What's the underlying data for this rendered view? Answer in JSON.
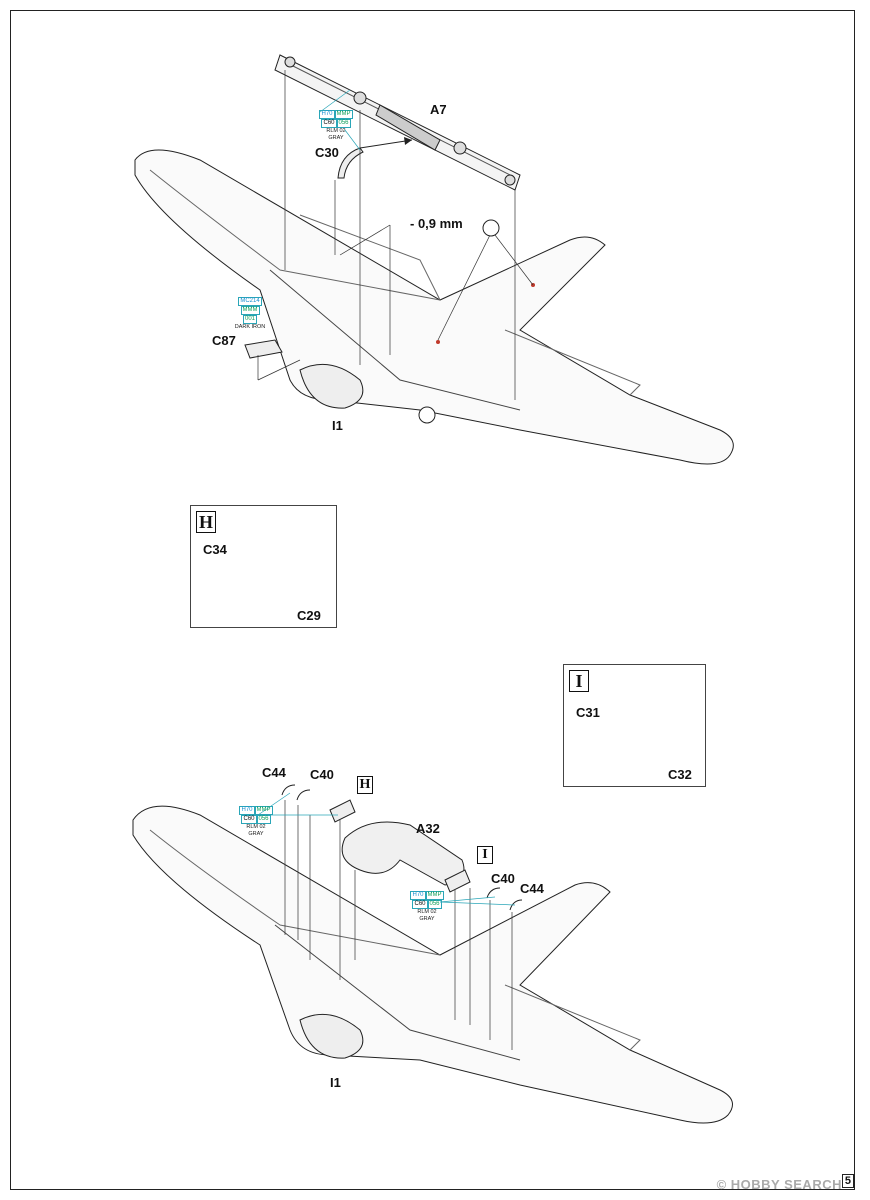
{
  "page": {
    "number": "5"
  },
  "watermark": {
    "text": "© HOBBY SEARCH"
  },
  "step_top": {
    "parts": {
      "a7": "A7",
      "c30": "C30",
      "c87": "C87",
      "i1": "I1"
    },
    "paint_c30": {
      "h": "H70",
      "mmp": "MMP",
      "c": "C60",
      "code": "056",
      "name1": "RLM 02",
      "name2": "GRAY"
    },
    "paint_c87": {
      "mc": "MC214",
      "mmm": "MMM",
      "code": "001",
      "name": "DARK IRON"
    },
    "drill": "- 0,9 mm"
  },
  "detail_h": {
    "letter": "H",
    "part_a": "C34",
    "part_b": "C29"
  },
  "detail_i": {
    "letter": "I",
    "part_a": "C31",
    "part_b": "C32"
  },
  "step_bottom": {
    "parts": {
      "c44_left": "C44",
      "c40_left": "C40",
      "a32": "A32",
      "c40_right": "C40",
      "c44_right": "C44",
      "i1": "I1"
    },
    "marker_h": "H",
    "marker_i": "I",
    "paint_left": {
      "h": "H70",
      "mmp": "MMP",
      "c": "C60",
      "code": "056",
      "name1": "RLM 02",
      "name2": "GRAY"
    },
    "paint_right": {
      "h": "H70",
      "mmp": "MMP",
      "c": "C60",
      "code": "056",
      "name1": "RLM 02",
      "name2": "GRAY"
    }
  },
  "colors": {
    "paint_h": "#1a8fd0",
    "paint_m": "#12a05a",
    "callout": "#2aa6b8",
    "line": "#222222"
  }
}
